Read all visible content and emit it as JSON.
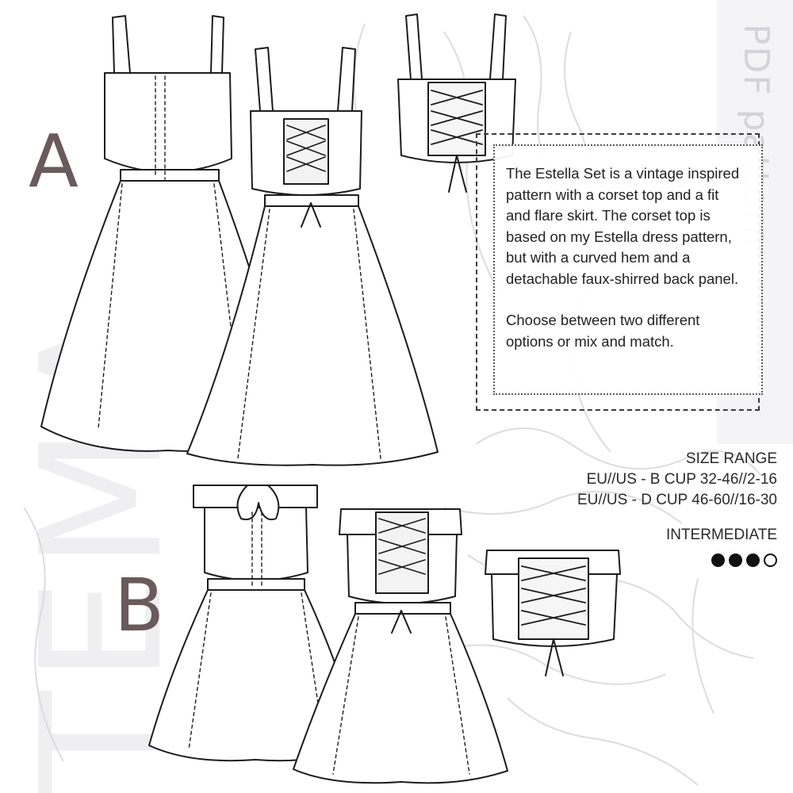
{
  "watermark": {
    "word": "TEMA",
    "side_label": "PDF pattern"
  },
  "variants": {
    "a": "A",
    "b": "B"
  },
  "description": {
    "paragraph1": "The Estella Set is a vintage inspired pattern with a corset top and a fit and flare skirt. The corset top is based on my Estella dress pattern, but with a curved hem and a detachable faux-shirred back panel.",
    "paragraph2": "Choose between two different options or mix and match."
  },
  "size_range": {
    "title": "SIZE RANGE",
    "lines": [
      "EU//US - B CUP 32-46//2-16",
      "EU//US - D CUP 46-60//16-30"
    ]
  },
  "difficulty": {
    "label": "INTERMEDIATE",
    "filled": 3,
    "total": 4
  },
  "colors": {
    "accent": "#6a5a5c",
    "ink": "#222222",
    "sketch": "#dcdce2"
  }
}
